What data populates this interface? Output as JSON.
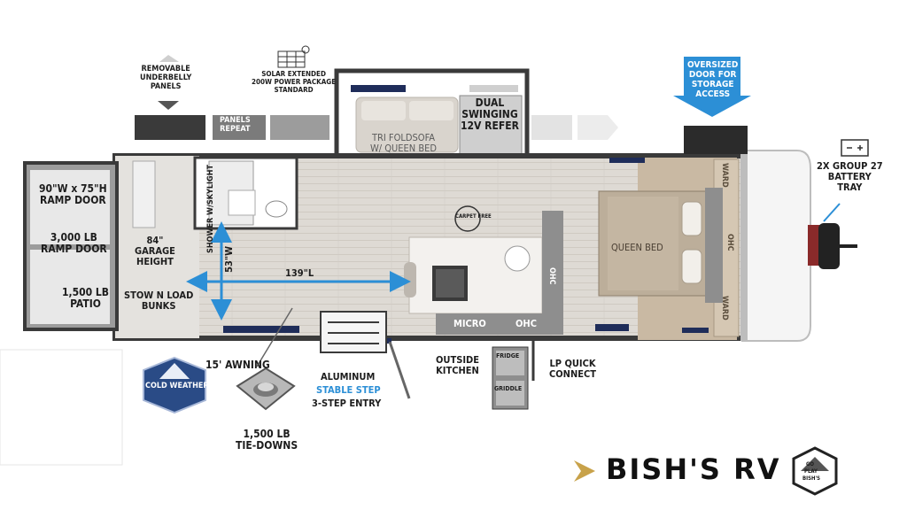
{
  "labels": {
    "removable_underbelly": [
      "REMOVABLE",
      "UNDERBELLY",
      "PANELS"
    ],
    "solar": [
      "SOLAR EXTENDED",
      "200W POWER PACKAGE",
      "STANDARD"
    ],
    "panels_repeat": [
      "PANELS",
      "REPEAT"
    ],
    "trifold_sofa": [
      "TRI FOLDSOFA",
      "W/ QUEEN BED"
    ],
    "dual_swinging": [
      "DUAL",
      "SWINGING",
      "12V REFER"
    ],
    "oversized_door": [
      "OVERSIZED",
      "DOOR FOR",
      "STORAGE",
      "ACCESS"
    ],
    "battery_tray": [
      "2X GROUP 27",
      "BATTERY",
      "TRAY"
    ],
    "ramp_door_size": [
      "90\"W x 75\"H",
      "RAMP DOOR"
    ],
    "ramp_door_weight": [
      "3,000 LB",
      "RAMP DOOR"
    ],
    "patio": [
      "1,500 LB",
      "PATIO"
    ],
    "garage_height": [
      "84\"",
      "GARAGE",
      "HEIGHT"
    ],
    "stow_n_load": [
      "STOW N LOAD",
      "BUNKS"
    ],
    "shower": "SHOWER W/SKYLIGHT",
    "width_53": "53\"W",
    "length_139": "139\"L",
    "carpet_free": "CARPET FREE",
    "queen_bed": "QUEEN BED",
    "ward_top": "WARD",
    "ohc_bed": "OHC",
    "ward_bottom": "WARD",
    "ohc_kitchen_side": "OHC",
    "micro": "MICRO",
    "ohc_kitchen": "OHC",
    "awning": "15' AWNING",
    "aluminum": "ALUMINUM",
    "stable_step": "STABLE STEP",
    "entry": "3-STEP ENTRY",
    "outside_kitchen": [
      "OUTSIDE",
      "KITCHEN"
    ],
    "fridge": "FRIDGE",
    "griddle": "GRIDDLE",
    "lp_quick": [
      "LP QUICK",
      "CONNECT"
    ],
    "tie_downs": [
      "1,500 LB",
      "TIE-DOWNS"
    ],
    "cold_weather": "COLD WEATHER",
    "brand_name": "BISH'S RV",
    "badge_top": "GO",
    "badge_mid": "PLAY",
    "badge_bottom": "BISH'S"
  },
  "colors": {
    "wall": "#3a3a3a",
    "floor": "#dcd8d2",
    "carpet": "#c9b9a3",
    "accent_blue": "#2c8fd6",
    "window_navy": "#1f2d5a",
    "brand_gold": "#c8a24a"
  }
}
